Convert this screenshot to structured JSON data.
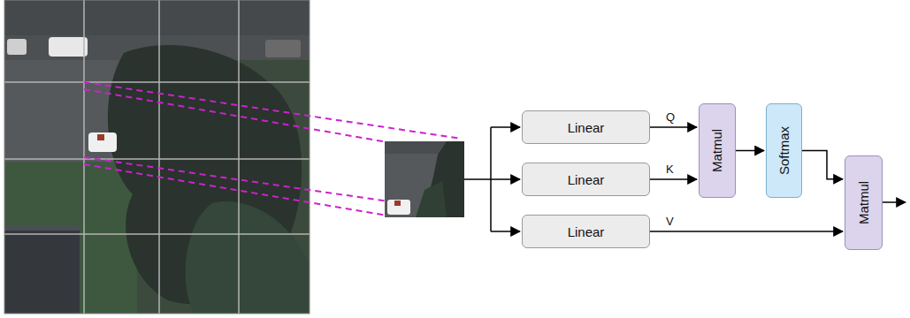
{
  "diagram": {
    "nodes": [
      {
        "text": [
          "Linear"
        ]
      },
      {
        "text": [
          "Linear"
        ]
      },
      {
        "text": [
          "Linear"
        ]
      },
      {
        "text": [
          "Matmul"
        ]
      },
      {
        "text": [
          "Softmax"
        ]
      },
      {
        "text": [
          "Matmul"
        ]
      }
    ],
    "edges": [
      {
        "from": 0,
        "to": 3,
        "label": "Q",
        "arrow": "to"
      },
      {
        "from": 1,
        "to": 3,
        "label": "K",
        "arrow": "to"
      },
      {
        "from": 3,
        "to": 4,
        "arrow": "to"
      },
      {
        "from": 4,
        "to": 5,
        "arrow": "to"
      },
      {
        "from": 2,
        "to": 5,
        "label": "V",
        "arrow": "to"
      }
    ]
  }
}
